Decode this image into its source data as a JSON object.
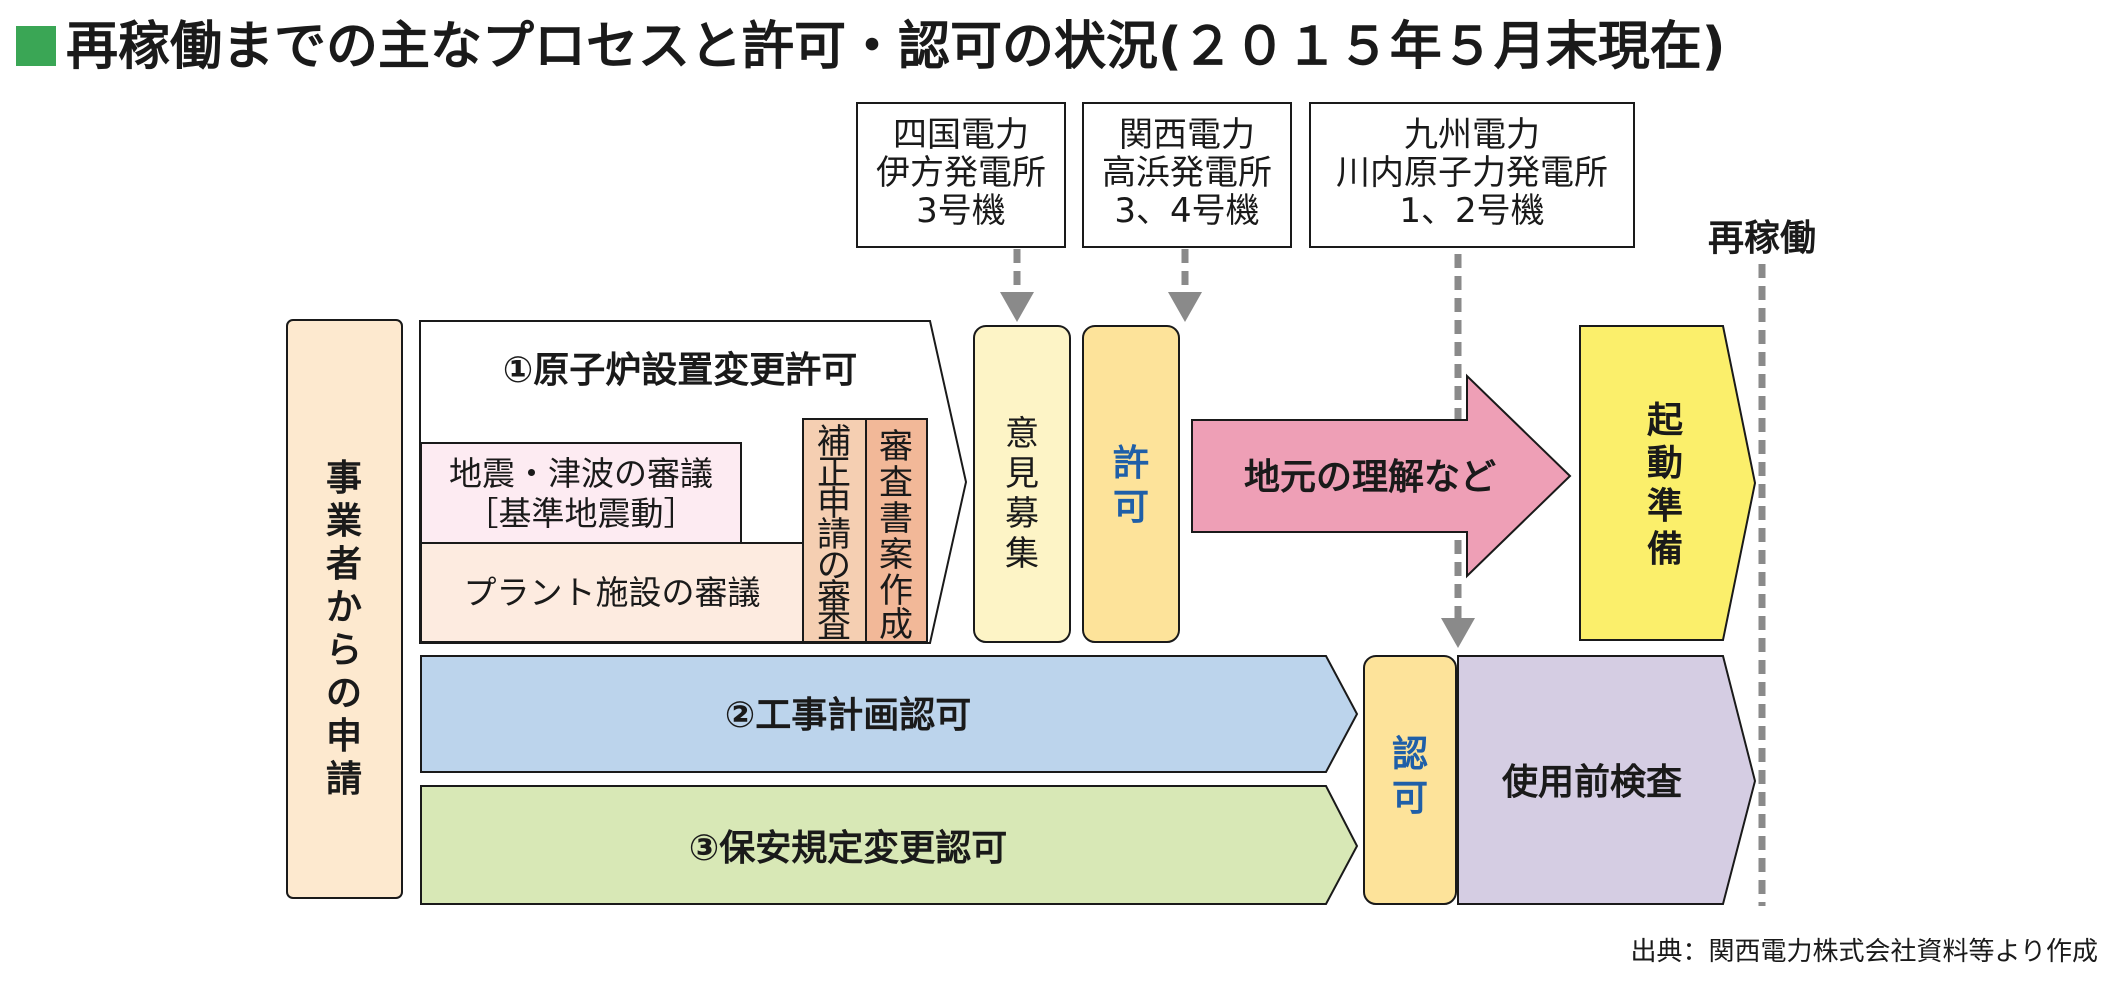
{
  "title": "再稼働までの主なプロセスと許可・認可の状況(２０１５年５月末現在)",
  "colors": {
    "title_marker": "#3aa655",
    "applicant": "#fde9cf",
    "seismic": "#fdebf2",
    "plant": "#fdebe0",
    "revision": "#f5cfb2",
    "draft": "#f2b898",
    "public_comment": "#fdf4c6",
    "permit": "#fde39a",
    "local": "#ee9fb6",
    "startup": "#fbef6b",
    "construction": "#bcd4ec",
    "safety": "#d8e8b6",
    "approval": "#fde39a",
    "inspection": "#d5cde3",
    "accent_blue": "#1f5fa8",
    "arrow_gray": "#8a8a8a"
  },
  "plants": [
    {
      "lines": [
        "四国電力",
        "伊方発電所",
        "3号機"
      ]
    },
    {
      "lines": [
        "関西電力",
        "高浜発電所",
        "3、4号機"
      ]
    },
    {
      "lines": [
        "九州電力",
        "川内原子力発電所",
        "1、2号機"
      ]
    }
  ],
  "restart_label": "再稼働",
  "applicant_chars": [
    "事",
    "業",
    "者",
    "か",
    "ら",
    "の",
    "申",
    "請"
  ],
  "process1": {
    "title": "①原子炉設置変更許可",
    "seismic": [
      "地震・津波の審議",
      "［基準地震動］"
    ],
    "plant": "プラント施設の審議",
    "revision_chars": [
      "補",
      "正",
      "申",
      "請",
      "の",
      "審",
      "査"
    ],
    "draft_chars": [
      "審",
      "査",
      "書",
      "案",
      "作",
      "成"
    ]
  },
  "public_comment_chars": [
    "意",
    "見",
    "募",
    "集"
  ],
  "permit_chars": [
    "許",
    "可"
  ],
  "local_understanding": "地元の理解など",
  "startup_chars": [
    "起",
    "動",
    "準",
    "備"
  ],
  "process2": "②工事計画認可",
  "process3": "③保安規定変更認可",
  "approval_chars": [
    "認",
    "可"
  ],
  "inspection": "使用前検査",
  "source": "出典：関西電力株式会社資料等より作成"
}
